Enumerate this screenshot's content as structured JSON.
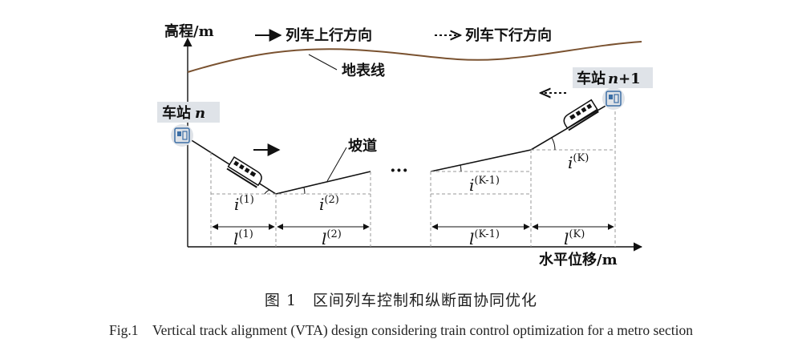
{
  "axes": {
    "y_label": "高程/m",
    "x_label": "水平位移/m"
  },
  "legend": {
    "up_label": "列车上行方向",
    "down_label": "列车下行方向"
  },
  "labels": {
    "ground_line": "地表线",
    "ramp": "坡道",
    "station_n_prefix": "车站",
    "station_n_var": "n",
    "station_n1_prefix": "车站",
    "station_n1_var": "n",
    "station_n1_suffix": "+1",
    "ellipsis": "···"
  },
  "segments": [
    {
      "i_base": "i",
      "i_sup": "(1)",
      "l_base": "l",
      "l_sup": "(1)"
    },
    {
      "i_base": "i",
      "i_sup": "(2)",
      "l_base": "l",
      "l_sup": "(2)"
    },
    {
      "i_base": "i",
      "i_sup": "(K-1)",
      "l_base": "l",
      "l_sup": "(K-1)"
    },
    {
      "i_base": "i",
      "i_sup": "(K)",
      "l_base": "l",
      "l_sup": "(K)"
    }
  ],
  "caption": {
    "zh": "图 1　区间列车控制和纵断面协同优化",
    "en": "Fig.1　Vertical track alignment (VTA) design considering train control optimization for a metro section"
  },
  "colors": {
    "ground": "#7a5230",
    "line": "#111111",
    "dashed": "#9a9a9a",
    "station_bg": "#dfe3e8",
    "station_icon": "#3b6ea5"
  }
}
